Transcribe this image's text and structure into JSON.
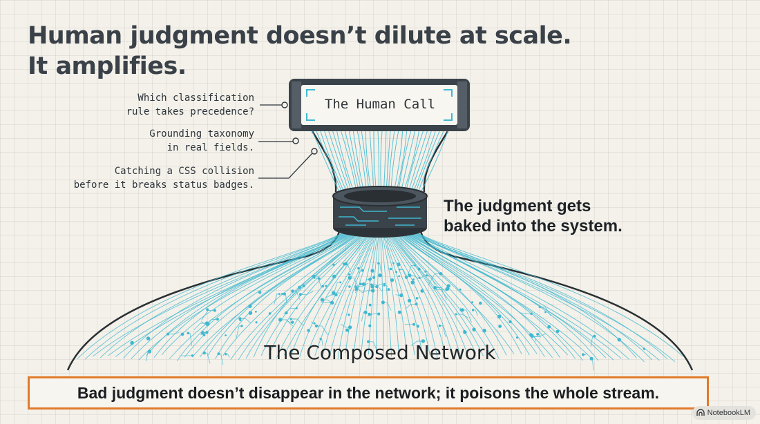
{
  "title": {
    "line1": "Human judgment doesn’t dilute at scale.",
    "line2": "It amplifies."
  },
  "callouts": [
    {
      "line1": "Which classification",
      "line2": "rule takes precedence?"
    },
    {
      "line1": "Grounding taxonomy",
      "line2": "in real fields."
    },
    {
      "line1": "Catching a CSS collision",
      "line2": "before it breaks status badges."
    }
  ],
  "human_call_label": "The Human Call",
  "baked_label": {
    "line1": "The judgment gets",
    "line2": "baked into the system."
  },
  "network_label": "The Composed Network",
  "banner_text": "Bad judgment doesn’t disappear in the network; it poisons the whole stream.",
  "badge_text": "NotebookLM",
  "colors": {
    "cyan": "#3fb8d0",
    "dark_frame": "#3b434a",
    "accent_orange": "#e07a2a",
    "text_dark": "#3a4148"
  },
  "icons": {
    "badge": "notebooklm-logo-icon"
  }
}
